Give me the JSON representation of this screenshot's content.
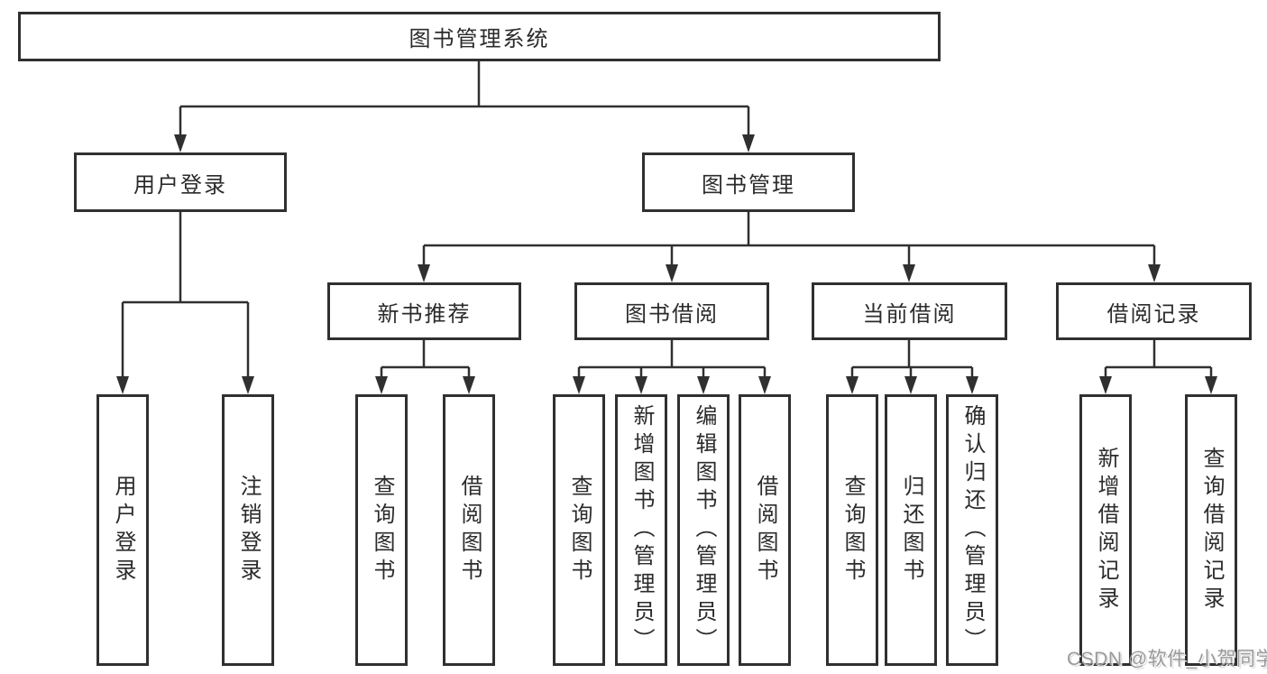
{
  "diagram_title": "图书管理系统",
  "watermark": "CSDN @软件_小贺同学",
  "colors": {
    "line": "#303030",
    "box_border": "#303030",
    "text": "#2b2b2b",
    "background": "#ffffff",
    "watermark": "#9a9a9a"
  },
  "tree": {
    "label": "图书管理系统",
    "children": [
      {
        "label": "用户登录",
        "children": [
          {
            "label": "用户登录"
          },
          {
            "label": "注销登录"
          }
        ]
      },
      {
        "label": "图书管理",
        "children": [
          {
            "label": "新书推荐",
            "children": [
              {
                "label": "查询图书"
              },
              {
                "label": "借阅图书"
              }
            ]
          },
          {
            "label": "图书借阅",
            "children": [
              {
                "label": "查询图书"
              },
              {
                "label": "新增图书（管理员）"
              },
              {
                "label": "编辑图书（管理员）"
              },
              {
                "label": "借阅图书"
              }
            ]
          },
          {
            "label": "当前借阅",
            "children": [
              {
                "label": "查询图书"
              },
              {
                "label": "归还图书"
              },
              {
                "label": "确认归还（管理员）"
              }
            ]
          },
          {
            "label": "借阅记录",
            "children": [
              {
                "label": "新增借阅记录"
              },
              {
                "label": "查询借阅记录"
              }
            ]
          }
        ]
      }
    ]
  }
}
